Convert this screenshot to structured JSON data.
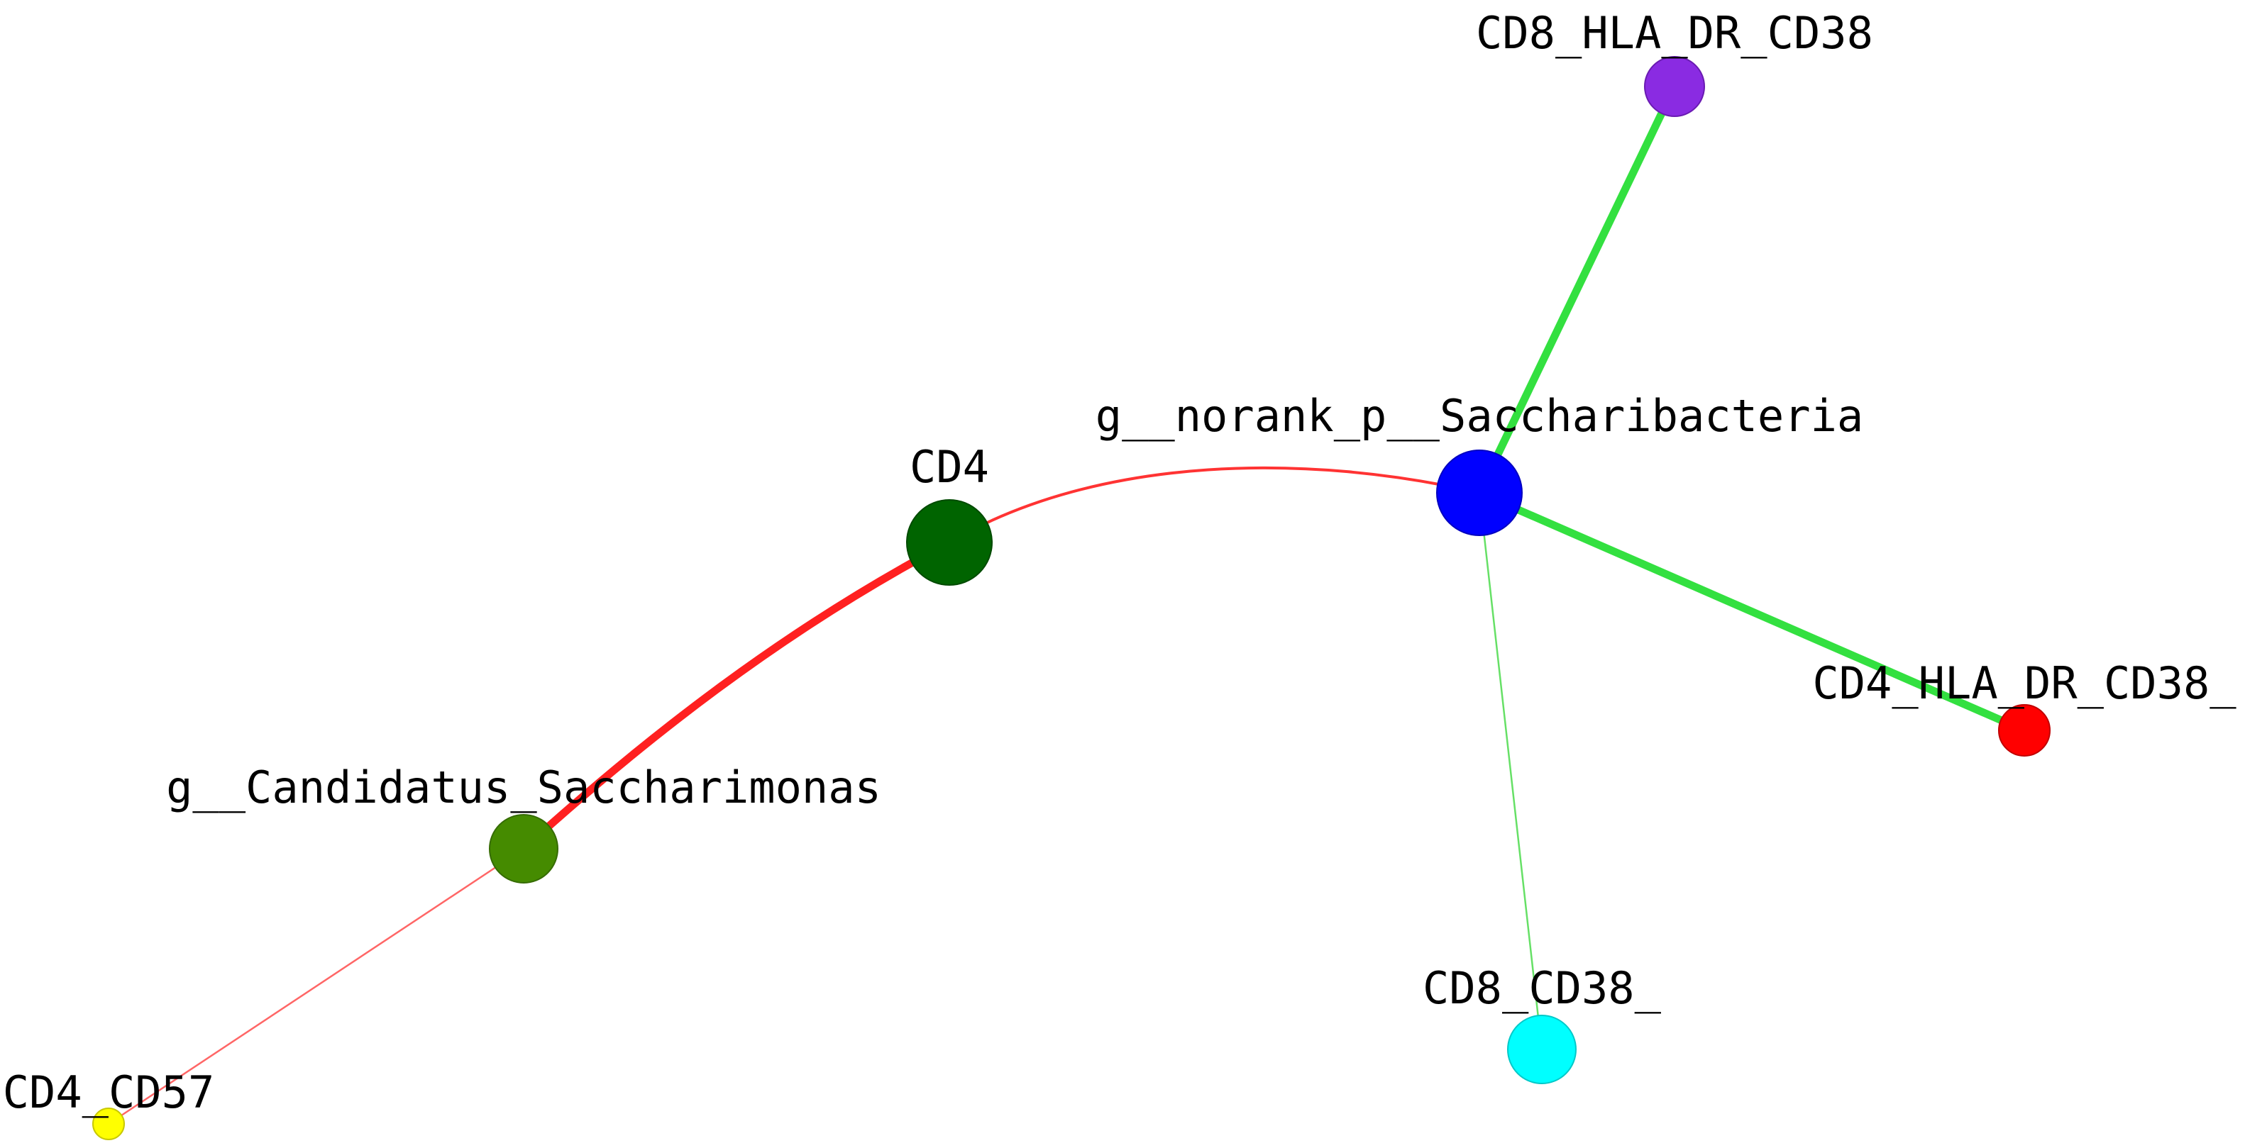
{
  "diagram": {
    "type": "network",
    "nodes": [
      {
        "id": "cd8_hla",
        "label": "CD8_HLA_DR_CD38",
        "color": "#8A2BE2"
      },
      {
        "id": "sacchari",
        "label": "g__norank_p__Saccharibacteria",
        "color": "#0000FF"
      },
      {
        "id": "cd4",
        "label": "CD4",
        "color": "#006400"
      },
      {
        "id": "candidatus",
        "label": "g__Candidatus_Saccharimonas",
        "color": "#458B00"
      },
      {
        "id": "cd4_hla",
        "label": "CD4_HLA_DR_CD38_",
        "color": "#FF0000"
      },
      {
        "id": "cd8_cd38",
        "label": "CD8_CD38_",
        "color": "#00FFFF"
      },
      {
        "id": "cd4_cd57",
        "label": "CD4_CD57",
        "color": "#FFFF00"
      }
    ],
    "edges": [
      {
        "source": "sacchari",
        "target": "cd8_hla",
        "color": "#33E040",
        "weight": "strong"
      },
      {
        "source": "sacchari",
        "target": "cd4_hla",
        "color": "#33E040",
        "weight": "strong"
      },
      {
        "source": "sacchari",
        "target": "cd8_cd38",
        "color": "#66E066",
        "weight": "weak"
      },
      {
        "source": "sacchari",
        "target": "cd4",
        "color": "#FF3333",
        "weight": "medium"
      },
      {
        "source": "cd4",
        "target": "candidatus",
        "color": "#FF2020",
        "weight": "strong"
      },
      {
        "source": "candidatus",
        "target": "cd4_cd57",
        "color": "#FF6666",
        "weight": "weak"
      }
    ]
  }
}
